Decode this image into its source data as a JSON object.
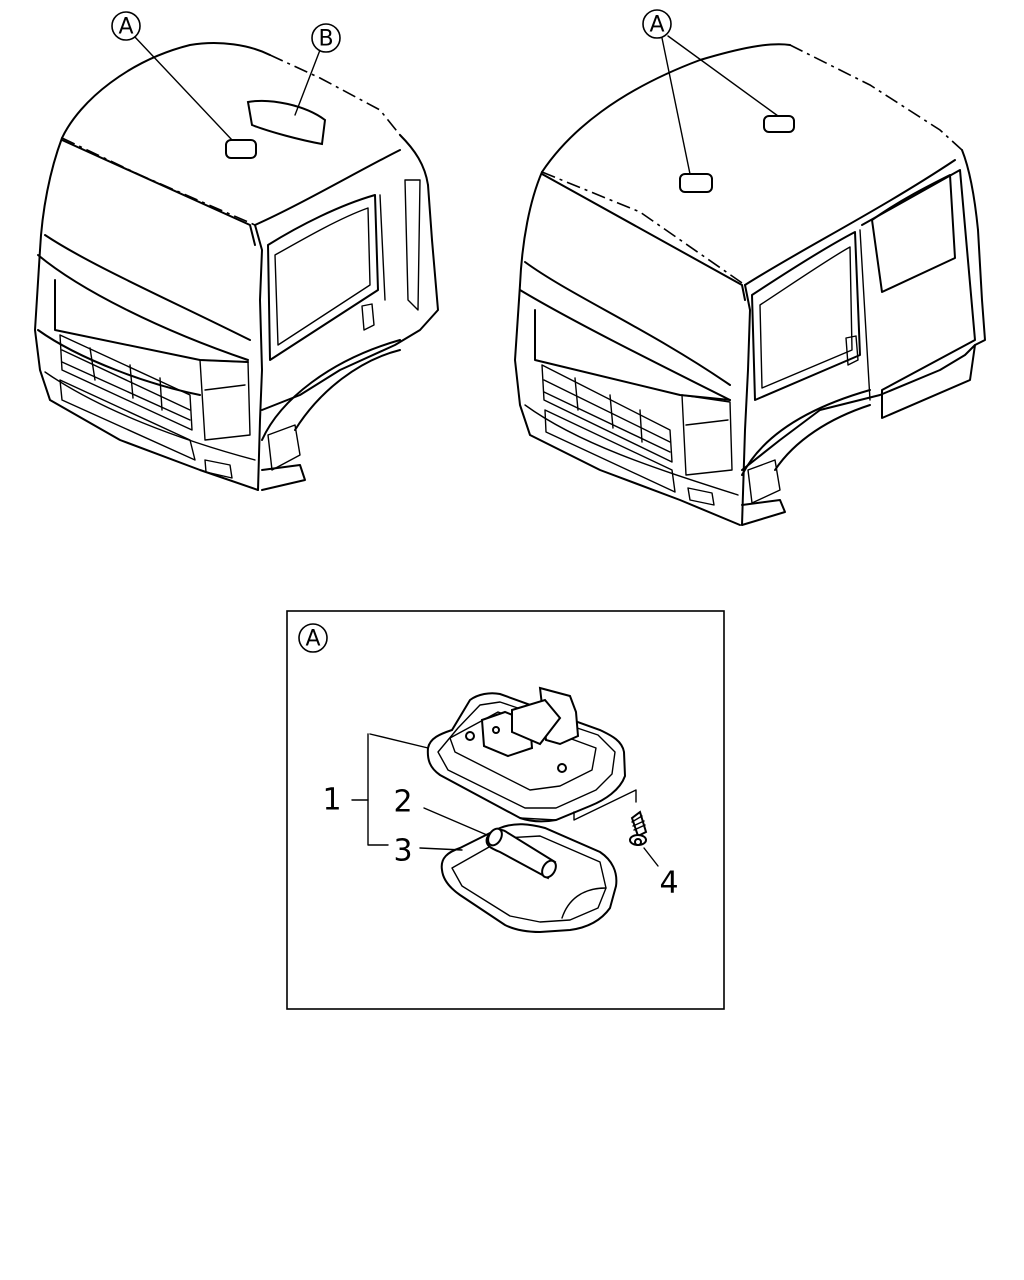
{
  "callouts": {
    "left_lamp": "A",
    "left_marker": "B",
    "right_lamp": "A",
    "detail_box": "A"
  },
  "part_numbers": {
    "assembly": "1",
    "bulb": "2",
    "lens": "3",
    "screw": "4"
  }
}
